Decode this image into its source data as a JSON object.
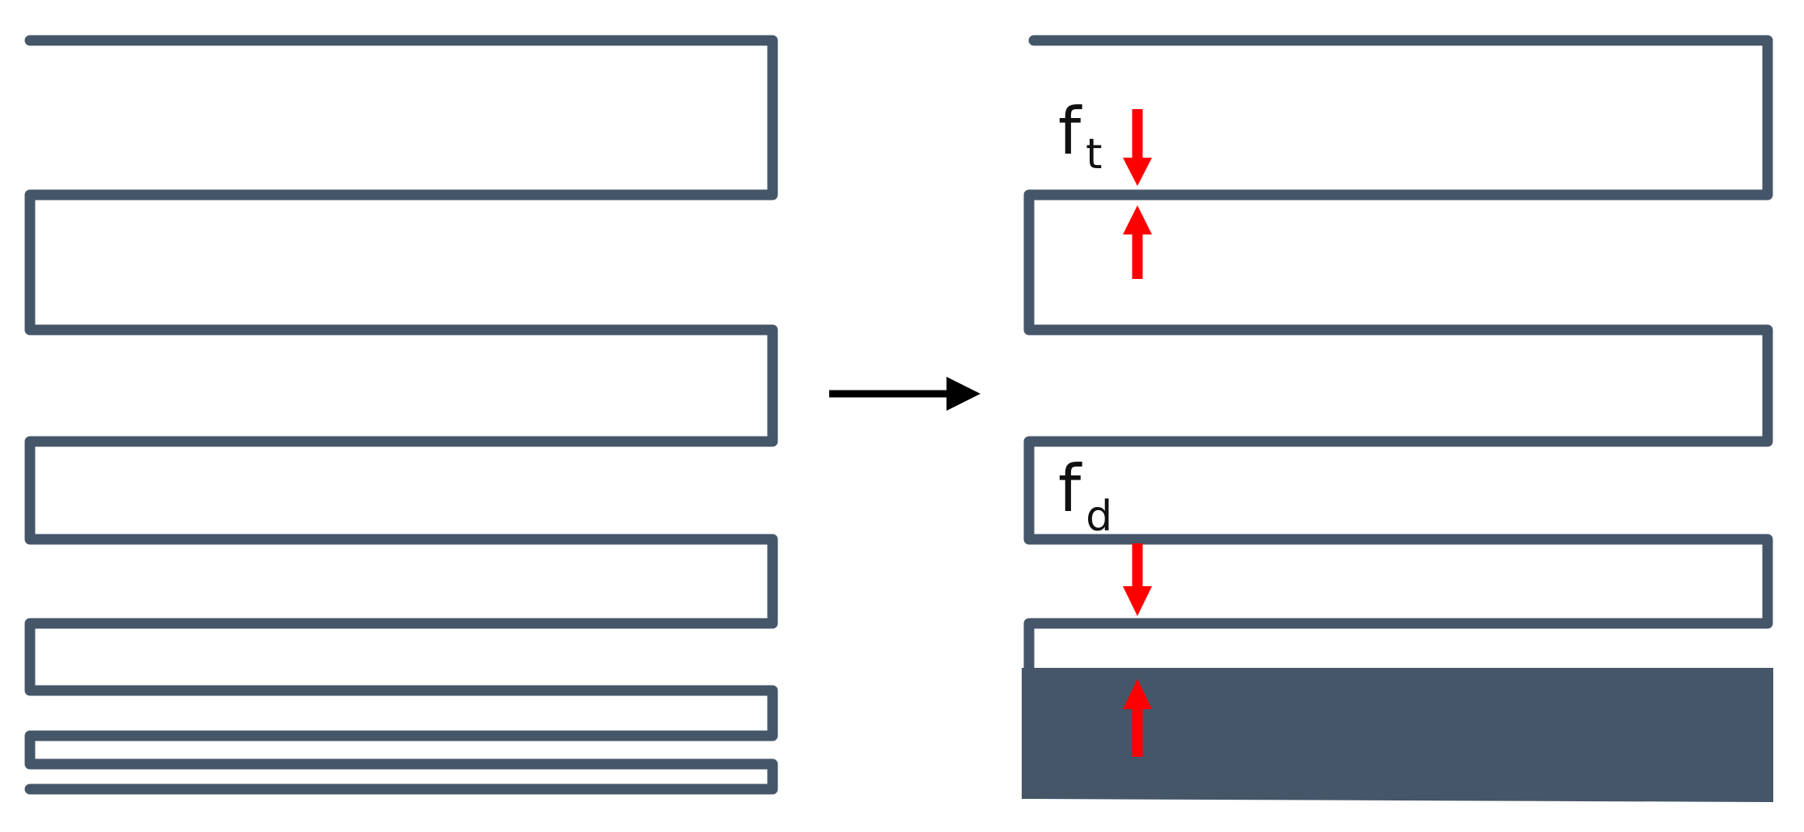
{
  "labels": {
    "tensile_force": {
      "symbol": "f",
      "subscript": "t"
    },
    "damping_force": {
      "symbol": "f",
      "subscript": "d"
    }
  },
  "colors": {
    "structure": "#465669",
    "force_arrows": "#ff0000",
    "transition_arrow": "#000000",
    "background": "#ffffff"
  }
}
